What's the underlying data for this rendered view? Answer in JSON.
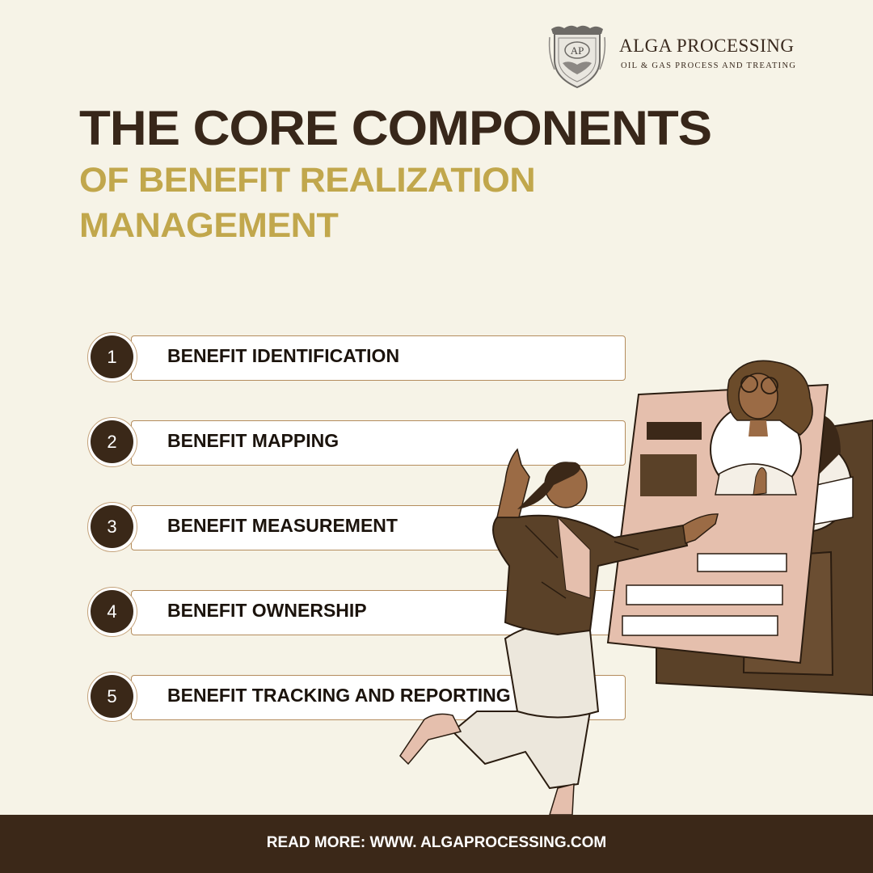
{
  "brand": {
    "name": "ALGA PROCESSING",
    "tagline": "OIL & GAS PROCESS AND TREATING",
    "crest_monogram": "AP",
    "crest_icon": "crest-logo-icon"
  },
  "headline": {
    "line1": "THE CORE COMPONENTS",
    "line2": "OF BENEFIT REALIZATION MANAGEMENT"
  },
  "components": [
    {
      "number": "1",
      "label": "BENEFIT IDENTIFICATION"
    },
    {
      "number": "2",
      "label": "BENEFIT MAPPING"
    },
    {
      "number": "3",
      "label": "BENEFIT MEASUREMENT"
    },
    {
      "number": "4",
      "label": "BENEFIT OWNERSHIP"
    },
    {
      "number": "5",
      "label": "BENEFIT TRACKING AND REPORTING"
    }
  ],
  "illustration": {
    "icon": "person-reaching-profile-card-illustration"
  },
  "footer": {
    "read_more": "READ MORE: WWW. ALGAPROCESSING.COM"
  },
  "colors": {
    "background": "#f6f3e7",
    "dark_brown": "#3b2818",
    "gold": "#c1a74c",
    "card_pink": "#e5bfad",
    "border_tan": "#b48c5d"
  }
}
